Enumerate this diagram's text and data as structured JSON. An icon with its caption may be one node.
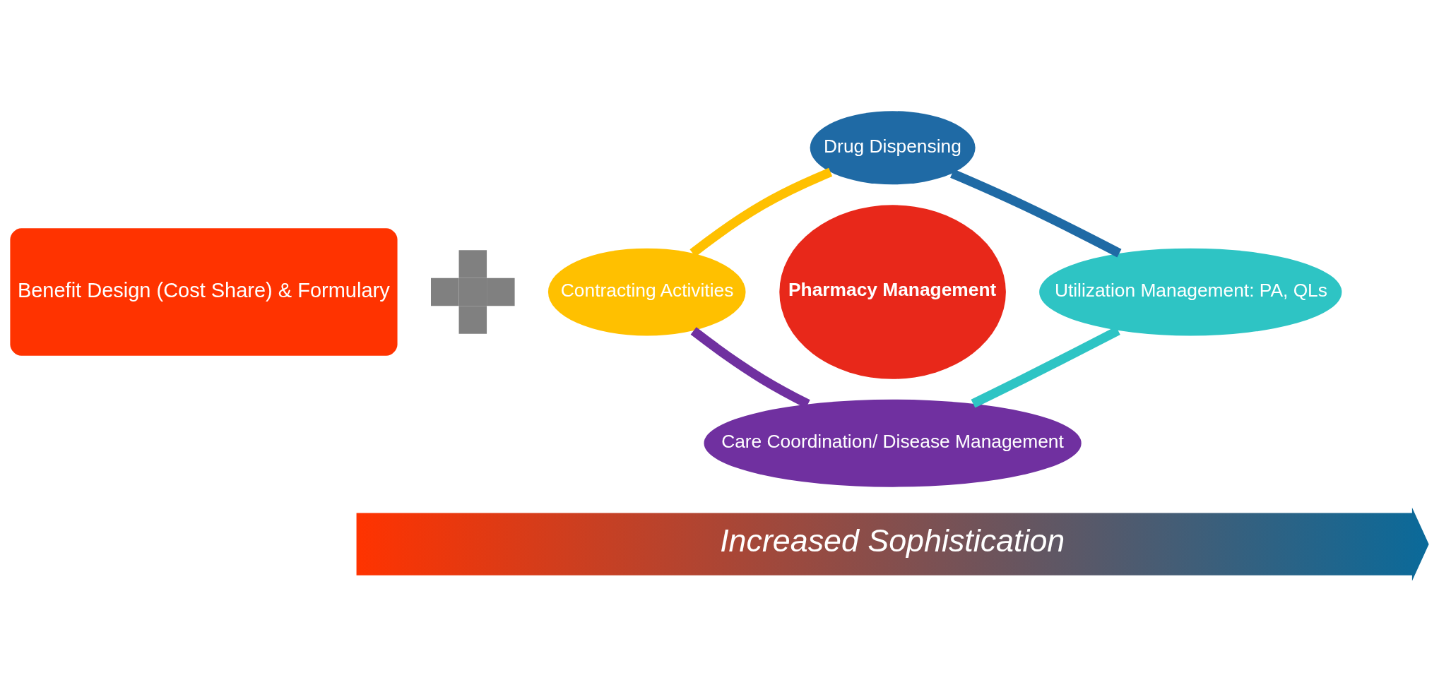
{
  "diagram": {
    "nodes": [
      {
        "text": [
          "Benefit Design (Cost Share) & Formulary"
        ]
      },
      {
        "text": [],
        "shape": "cross"
      },
      {
        "text": [
          "Pharmacy Management"
        ]
      },
      {
        "text": [
          "Drug Dispensing"
        ]
      },
      {
        "text": [
          "Utilization Management: PA, QLs"
        ]
      },
      {
        "text": [
          "Care Coordination/ Disease Management"
        ]
      },
      {
        "text": [
          "Contracting Activities"
        ]
      },
      {
        "text": [
          "Increased Sophistication"
        ]
      }
    ],
    "edges": [
      {
        "from": 3,
        "to": 4,
        "arrow": "none",
        "color": "#1f6aa5"
      },
      {
        "from": 4,
        "to": 5,
        "arrow": "none",
        "color": "#2ec4c4"
      },
      {
        "from": 5,
        "to": 6,
        "arrow": "none",
        "color": "#7030a0"
      },
      {
        "from": 6,
        "to": 3,
        "arrow": "none",
        "color": "#ffc000"
      }
    ]
  }
}
